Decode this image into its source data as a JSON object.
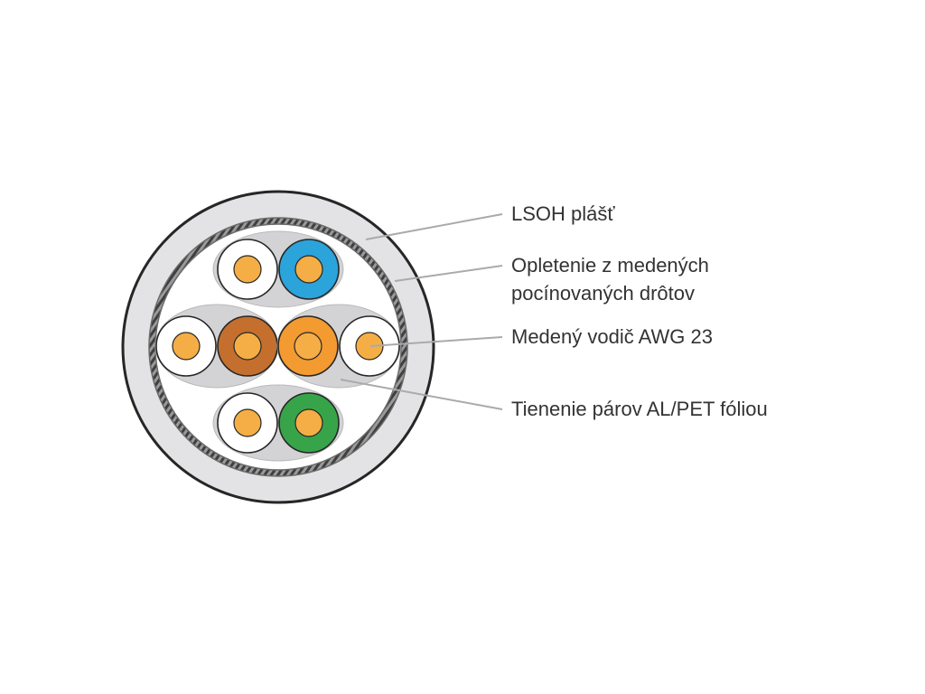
{
  "labels": {
    "jacket": "LSOH plášť",
    "braid_line1": "Opletenie z medených",
    "braid_line2": "pocínovaných drôtov",
    "conductor": "Medený vodič AWG 23",
    "foil": "Tienenie párov AL/PET fóliou"
  },
  "colors": {
    "jacket": "#e3e3e5",
    "outline": "#262626",
    "braid": "#6b6b6b",
    "foil": "#d3d3d5",
    "white_insulation": "#ffffff",
    "copper": "#f5ae45",
    "blue": "#2ba3db",
    "brown": "#c46f2e",
    "orange": "#f39a30",
    "green": "#38a44a",
    "leader_line": "#aaaaaa"
  },
  "pairs": [
    {
      "name": "pair-top",
      "wires": [
        "white",
        "blue"
      ]
    },
    {
      "name": "pair-left",
      "wires": [
        "white",
        "brown"
      ]
    },
    {
      "name": "pair-right",
      "wires": [
        "orange",
        "white"
      ]
    },
    {
      "name": "pair-bottom",
      "wires": [
        "white",
        "green"
      ]
    }
  ]
}
